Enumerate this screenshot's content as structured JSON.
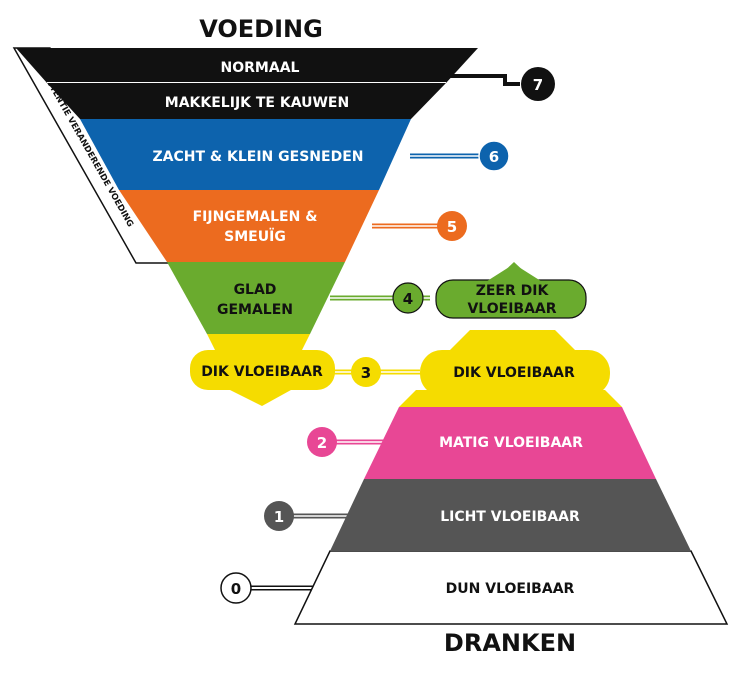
{
  "titles": {
    "top": "VOEDING",
    "bottom": "DRANKEN"
  },
  "side_label": "CONSISTENTIE VERANDERENDE VOEDING",
  "levels": [
    {
      "num": "7",
      "color": "#111111",
      "food": [
        "NORMAAL",
        "MAKKELIJK TE KAUWEN"
      ]
    },
    {
      "num": "6",
      "color": "#0d63ad",
      "food": [
        "ZACHT & KLEIN GESNEDEN"
      ]
    },
    {
      "num": "5",
      "color": "#ec6b1f",
      "food": [
        "FIJNGEMALEN &",
        "SMEUÏG"
      ]
    },
    {
      "num": "4",
      "color": "#6aab2e",
      "food": [
        "GLAD",
        "GEMALEN"
      ],
      "drink": [
        "ZEER DIK",
        "VLOEIBAAR"
      ]
    },
    {
      "num": "3",
      "color": "#f5dc00",
      "food": [
        "DIK VLOEIBAAR"
      ],
      "drink": [
        "DIK VLOEIBAAR"
      ]
    },
    {
      "num": "2",
      "color": "#e84795",
      "drink": [
        "MATIG VLOEIBAAR"
      ]
    },
    {
      "num": "1",
      "color": "#555555",
      "drink": [
        "LICHT VLOEIBAAR"
      ]
    },
    {
      "num": "0",
      "color": "#ffffff",
      "drink": [
        "DUN VLOEIBAAR"
      ]
    }
  ]
}
